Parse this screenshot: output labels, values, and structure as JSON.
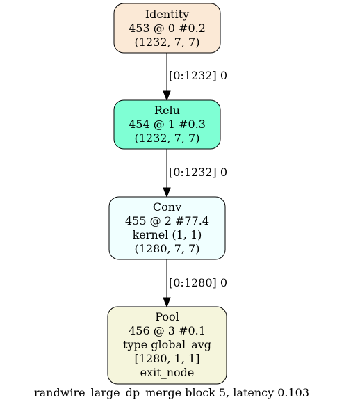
{
  "nodes": [
    {
      "lines": [
        "Identity",
        "453 @ 0 #0.2",
        "(1232, 7, 7)"
      ],
      "fill": "#fbe9d6"
    },
    {
      "lines": [
        "Relu",
        "454 @ 1 #0.3",
        "(1232, 7, 7)"
      ],
      "fill": "#7fffd4"
    },
    {
      "lines": [
        "Conv",
        "455 @ 2 #77.4",
        "kernel (1, 1)",
        "(1280, 7, 7)"
      ],
      "fill": "#f0ffff"
    },
    {
      "lines": [
        "Pool",
        "456 @ 3 #0.1",
        "type global_avg",
        "[1280, 1, 1]",
        "exit_node"
      ],
      "fill": "#f5f5dc"
    }
  ],
  "edges": [
    {
      "label": "[0:1232] 0"
    },
    {
      "label": "[0:1232] 0"
    },
    {
      "label": "[0:1280] 0"
    }
  ],
  "caption": "randwire_large_dp_merge block 5, latency 0.103"
}
